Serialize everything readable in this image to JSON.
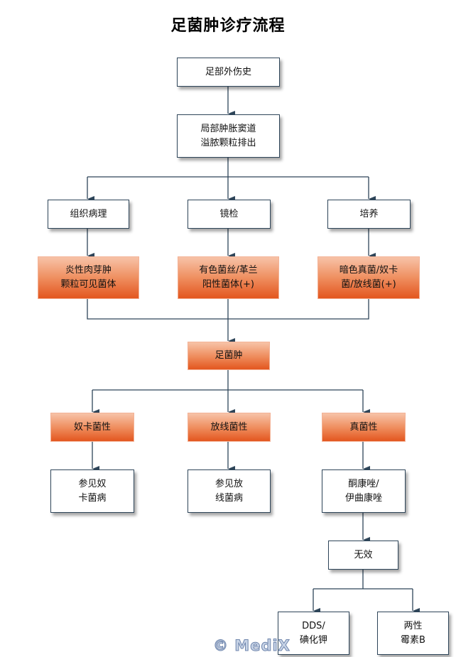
{
  "title": "足菌肿诊疗流程",
  "nodes": {
    "trauma": "足部外伤史",
    "swelling": "局部肿胀窦道\n溢脓颗粒排出",
    "histopathology": "组织病理",
    "microscopy": "镜检",
    "culture": "培养",
    "histo_result": "炎性肉芽肿\n颗粒可见菌体",
    "micro_result": "有色菌丝/革兰\n阳性菌体(+)",
    "culture_result": "暗色真菌/奴卡\n菌/放线菌(+)",
    "mycetoma": "足菌肿",
    "nocardial": "奴卡菌性",
    "actinomycotic": "放线菌性",
    "fungal": "真菌性",
    "see_nocardiosis": "参见奴\n卡菌病",
    "see_actinomycosis": "参见放\n线菌病",
    "azoles": "酮康唑/\n伊曲康唑",
    "ineffective": "无效",
    "dds": "DDS/\n碘化钾",
    "amphotericin": "两性\n霉素B"
  },
  "watermark": "© MediX",
  "colors": {
    "line": "#2e4559",
    "orange_top": "#f7c3a8",
    "orange_bottom": "#e3561f"
  }
}
